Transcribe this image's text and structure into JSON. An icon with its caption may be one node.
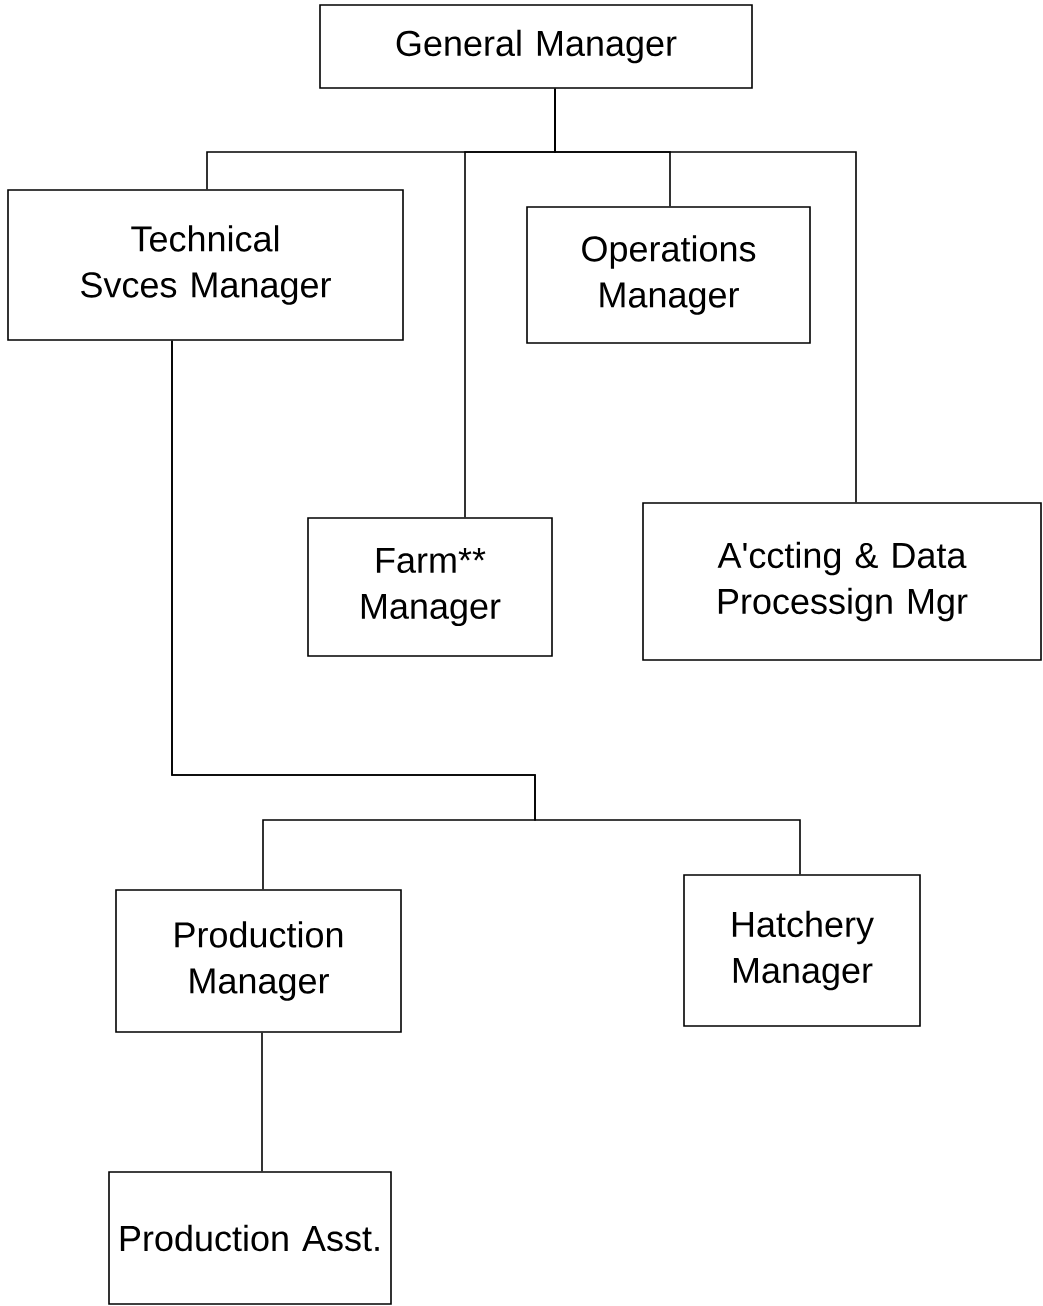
{
  "diagram": {
    "nodes": [
      {
        "text": [
          "General Manager"
        ]
      },
      {
        "text": [
          "Technical Svces Manager"
        ]
      },
      {
        "text": [
          "Operations Manager"
        ]
      },
      {
        "text": [
          "Farm** Manager"
        ]
      },
      {
        "text": [
          "A'ccting & Data Processign Mgr"
        ]
      },
      {
        "text": [
          "Production Manager"
        ]
      },
      {
        "text": [
          "Hatchery Manager"
        ]
      },
      {
        "text": [
          "Production Asst."
        ]
      }
    ],
    "edges": [
      {
        "from": 0,
        "to": 1,
        "arrow": "none"
      },
      {
        "from": 0,
        "to": 3,
        "arrow": "none"
      },
      {
        "from": 0,
        "to": 2,
        "arrow": "none"
      },
      {
        "from": 0,
        "to": 4,
        "arrow": "none"
      },
      {
        "from": 1,
        "to": 5,
        "arrow": "none"
      },
      {
        "from": 1,
        "to": 6,
        "arrow": "none"
      },
      {
        "from": 5,
        "to": 7,
        "arrow": "none"
      }
    ]
  }
}
